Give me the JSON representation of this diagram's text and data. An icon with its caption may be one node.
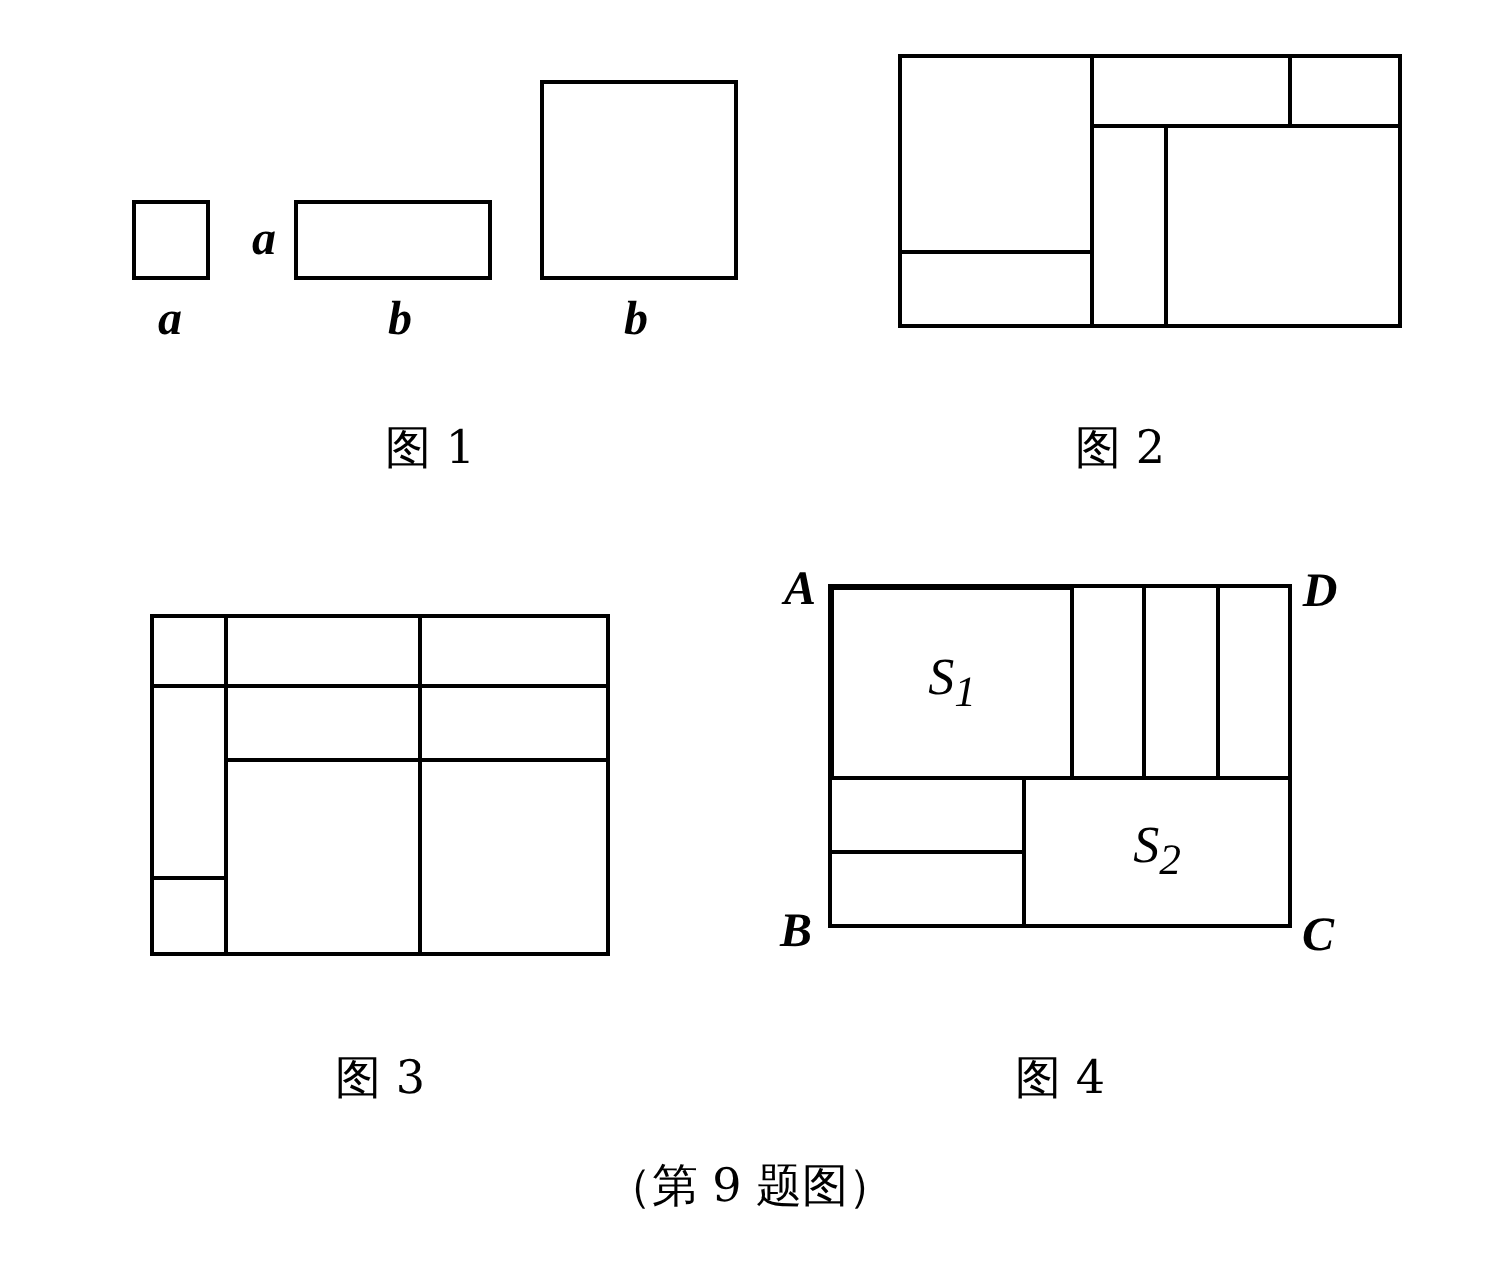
{
  "diagram": {
    "caption": "（第 9 题图）",
    "nodes": [
      {
        "text": [
          "S$_{1}$"
        ]
      },
      {
        "text": [
          "S$_{2}$"
        ]
      }
    ],
    "labels": [
      "a",
      "a",
      "b",
      "b",
      "图 1",
      "图 2",
      "A",
      "D",
      "B",
      "C",
      "图 3",
      "图 4"
    ]
  }
}
